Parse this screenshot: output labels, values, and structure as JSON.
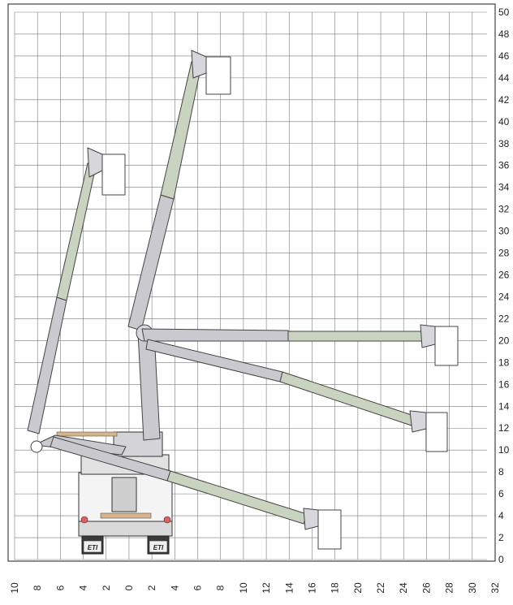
{
  "chart_data": {
    "type": "diagram",
    "subject": "aerial lift truck boom working-range chart",
    "y_axis": {
      "min": 0,
      "max": 50,
      "step": 2,
      "tick_labels": [
        "0",
        "2",
        "4",
        "6",
        "8",
        "10",
        "12",
        "14",
        "16",
        "18",
        "20",
        "22",
        "24",
        "26",
        "28",
        "30",
        "32",
        "34",
        "36",
        "38",
        "40",
        "42",
        "44",
        "46",
        "48",
        "50"
      ]
    },
    "x_axis": {
      "min": -10,
      "max": 32,
      "step": 2,
      "tick_labels": [
        "10",
        "8",
        "6",
        "4",
        "2",
        "0",
        "2",
        "4",
        "6",
        "8",
        "10",
        "12",
        "14",
        "16",
        "18",
        "20",
        "22",
        "24",
        "26",
        "28",
        "30",
        "32"
      ]
    },
    "truck_badges": [
      "ETI",
      "ETI"
    ],
    "colors": {
      "boom_gray": "#c9c9cf",
      "boom_green": "#c8d4bf",
      "outline": "#444444",
      "grid": "#7a7a7a",
      "wood": "#d8b48a",
      "basket": "#ffffff"
    }
  }
}
